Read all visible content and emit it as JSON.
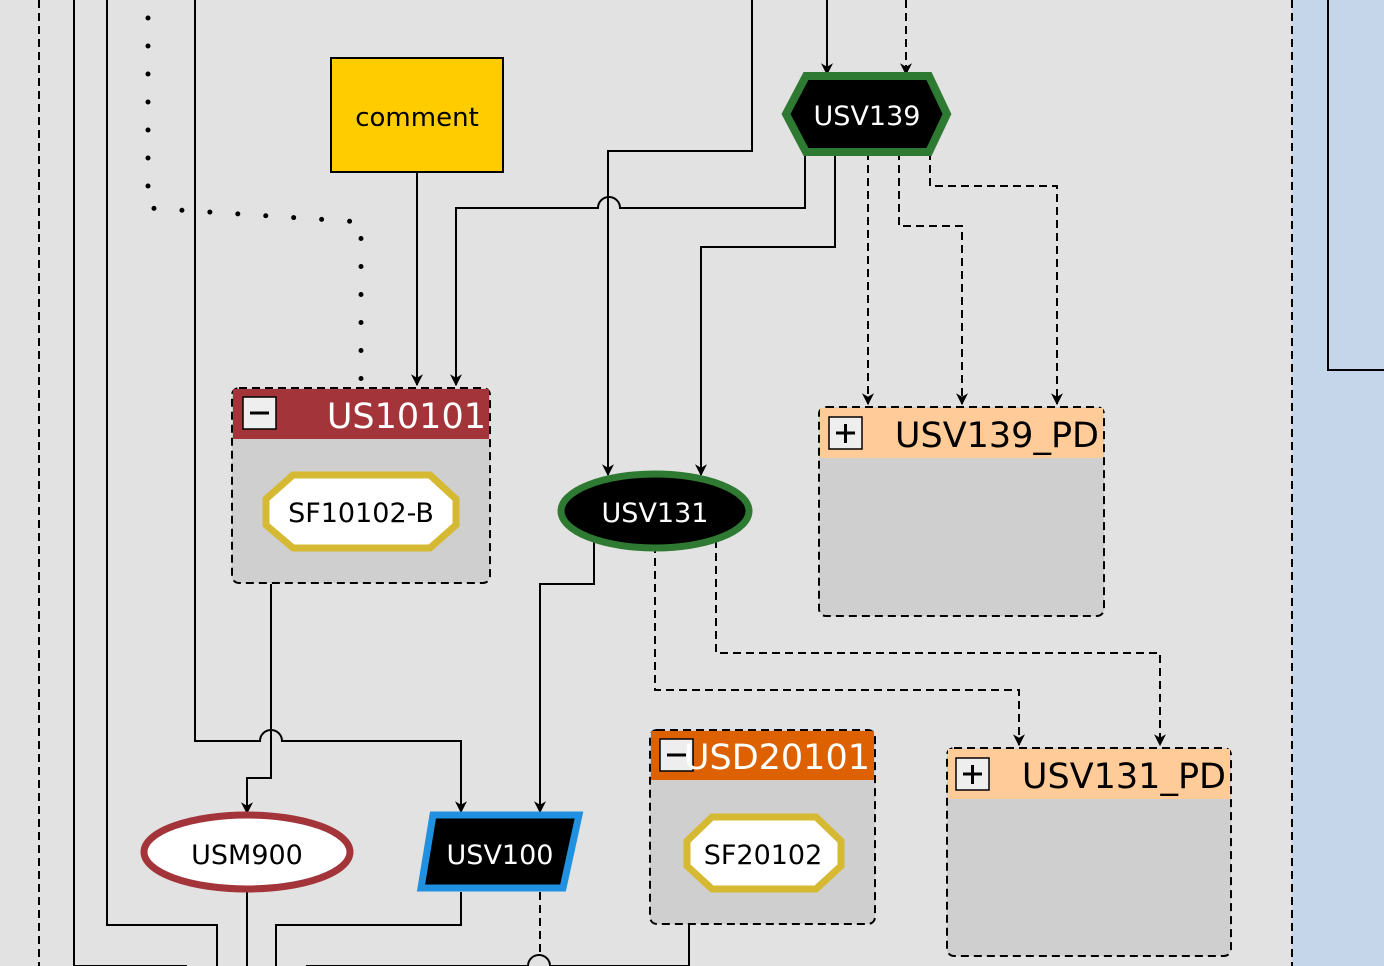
{
  "diagram": {
    "comment": {
      "label": "comment"
    },
    "nodes": {
      "usv139": {
        "label": "USV139"
      },
      "usv131": {
        "label": "USV131"
      },
      "sf10102b": {
        "label": "SF10102-B"
      },
      "sf20102": {
        "label": "SF20102"
      },
      "usm900": {
        "label": "USM900"
      },
      "usv100": {
        "label": "USV100"
      }
    },
    "groups": {
      "us10101": {
        "label": "US10101",
        "state": "expanded",
        "toggle": "−"
      },
      "usv139_pd": {
        "label": "USV139_PD",
        "state": "collapsed",
        "toggle": "+"
      },
      "usd20101": {
        "label": "USD20101",
        "state": "expanded",
        "toggle": "−"
      },
      "usv131_pd": {
        "label": "USV131_PD",
        "state": "collapsed",
        "toggle": "+"
      }
    },
    "colors": {
      "background": "#c5d5ea",
      "canvas": "#e2e2e2",
      "group_body": "#cfcfcf",
      "us10101_header": "#a3353a",
      "usd20101_header": "#dd6100",
      "pd_header": "#ffcc99",
      "comment_fill": "#ffcc00",
      "usv_border_green": "#2e7a32",
      "sf_border_yellow": "#d6b933",
      "usm_border_red": "#a3353a",
      "usv100_border_blue": "#2090e0"
    }
  }
}
